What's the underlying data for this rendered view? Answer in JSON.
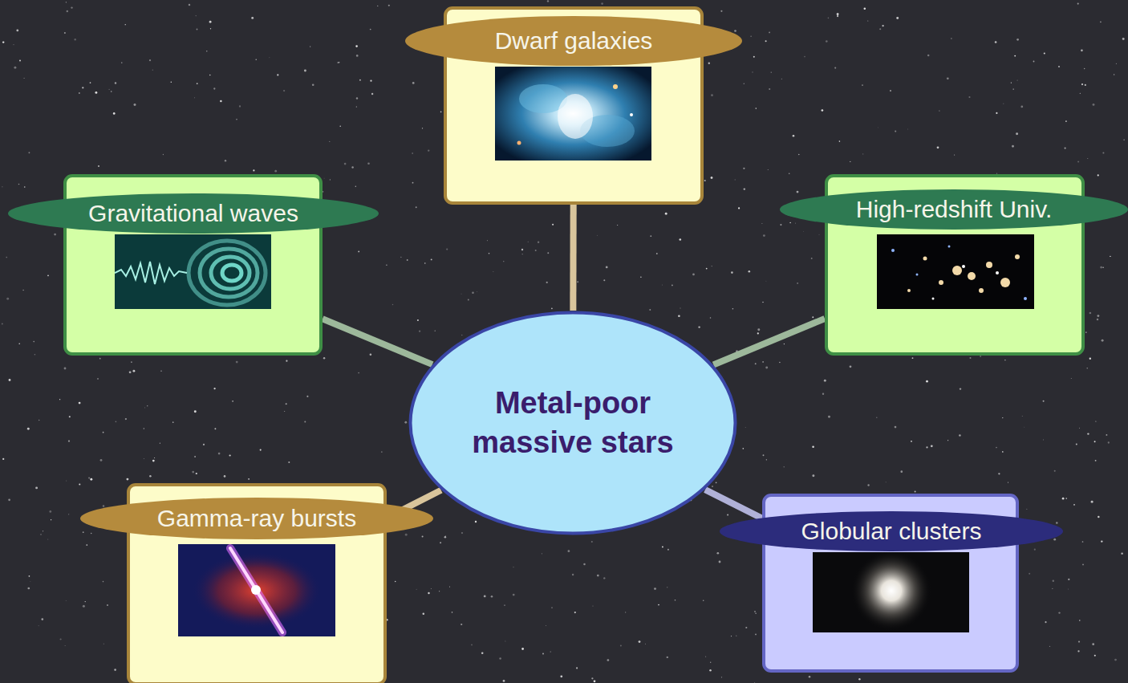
{
  "diagram": {
    "nodes": [
      {
        "text": [
          "Dwarf galaxies"
        ]
      },
      {
        "text": [
          "Gravitational waves"
        ]
      },
      {
        "text": [
          "High-redshift Univ."
        ]
      },
      {
        "text": [
          "Metal-poor massive stars"
        ]
      },
      {
        "text": [
          "Gamma-ray bursts"
        ]
      },
      {
        "text": [
          "Globular clusters"
        ]
      }
    ],
    "edges": [
      {
        "from": 3,
        "to": 0,
        "arrow": "none"
      },
      {
        "from": 3,
        "to": 1,
        "arrow": "none"
      },
      {
        "from": 3,
        "to": 2,
        "arrow": "none"
      },
      {
        "from": 3,
        "to": 4,
        "arrow": "none"
      },
      {
        "from": 3,
        "to": 5,
        "arrow": "none"
      }
    ]
  }
}
